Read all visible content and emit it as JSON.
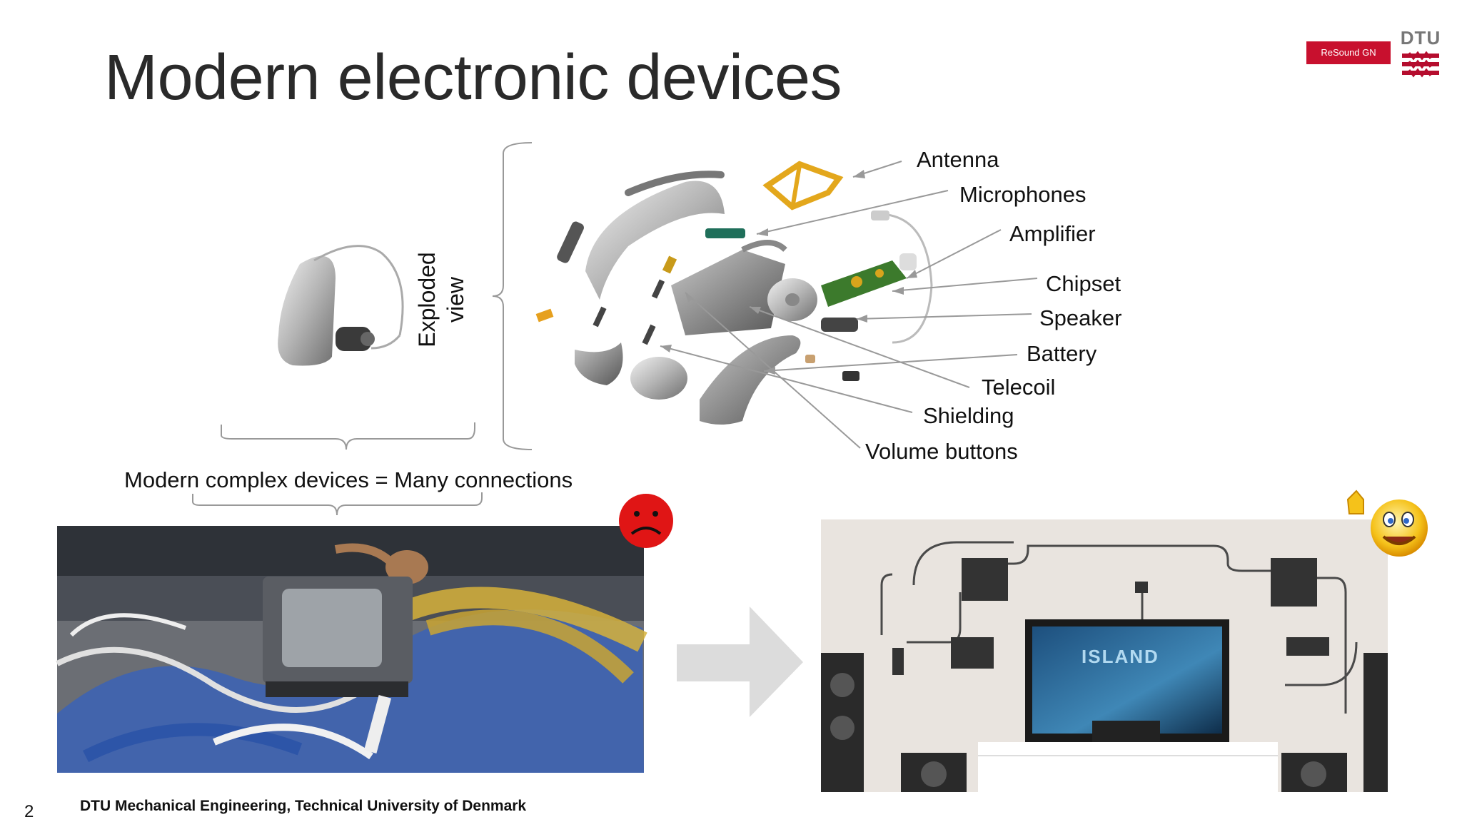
{
  "slide": {
    "title": "Modern electronic devices",
    "rotated_label_line1": "Exploded",
    "rotated_label_line2": "view",
    "caption": "Modern complex devices = Many connections",
    "page_number": "2",
    "footer": "DTU Mechanical Engineering, Technical University of Denmark"
  },
  "logos": {
    "resound": "ReSound GN",
    "dtu": "DTU"
  },
  "parts": {
    "antenna": "Antenna",
    "microphones": "Microphones",
    "amplifier": "Amplifier",
    "chipset": "Chipset",
    "speaker": "Speaker",
    "battery": "Battery",
    "telecoil": "Telecoil",
    "shielding": "Shielding",
    "volume_buttons": "Volume buttons"
  },
  "tv_screen_text": "ISLAND",
  "colors": {
    "title": "#2a2a2a",
    "dtu_red": "#b50d2e",
    "resound_red": "#c8102e",
    "leader_line": "#999999",
    "arrow": "#dcdcdc"
  }
}
